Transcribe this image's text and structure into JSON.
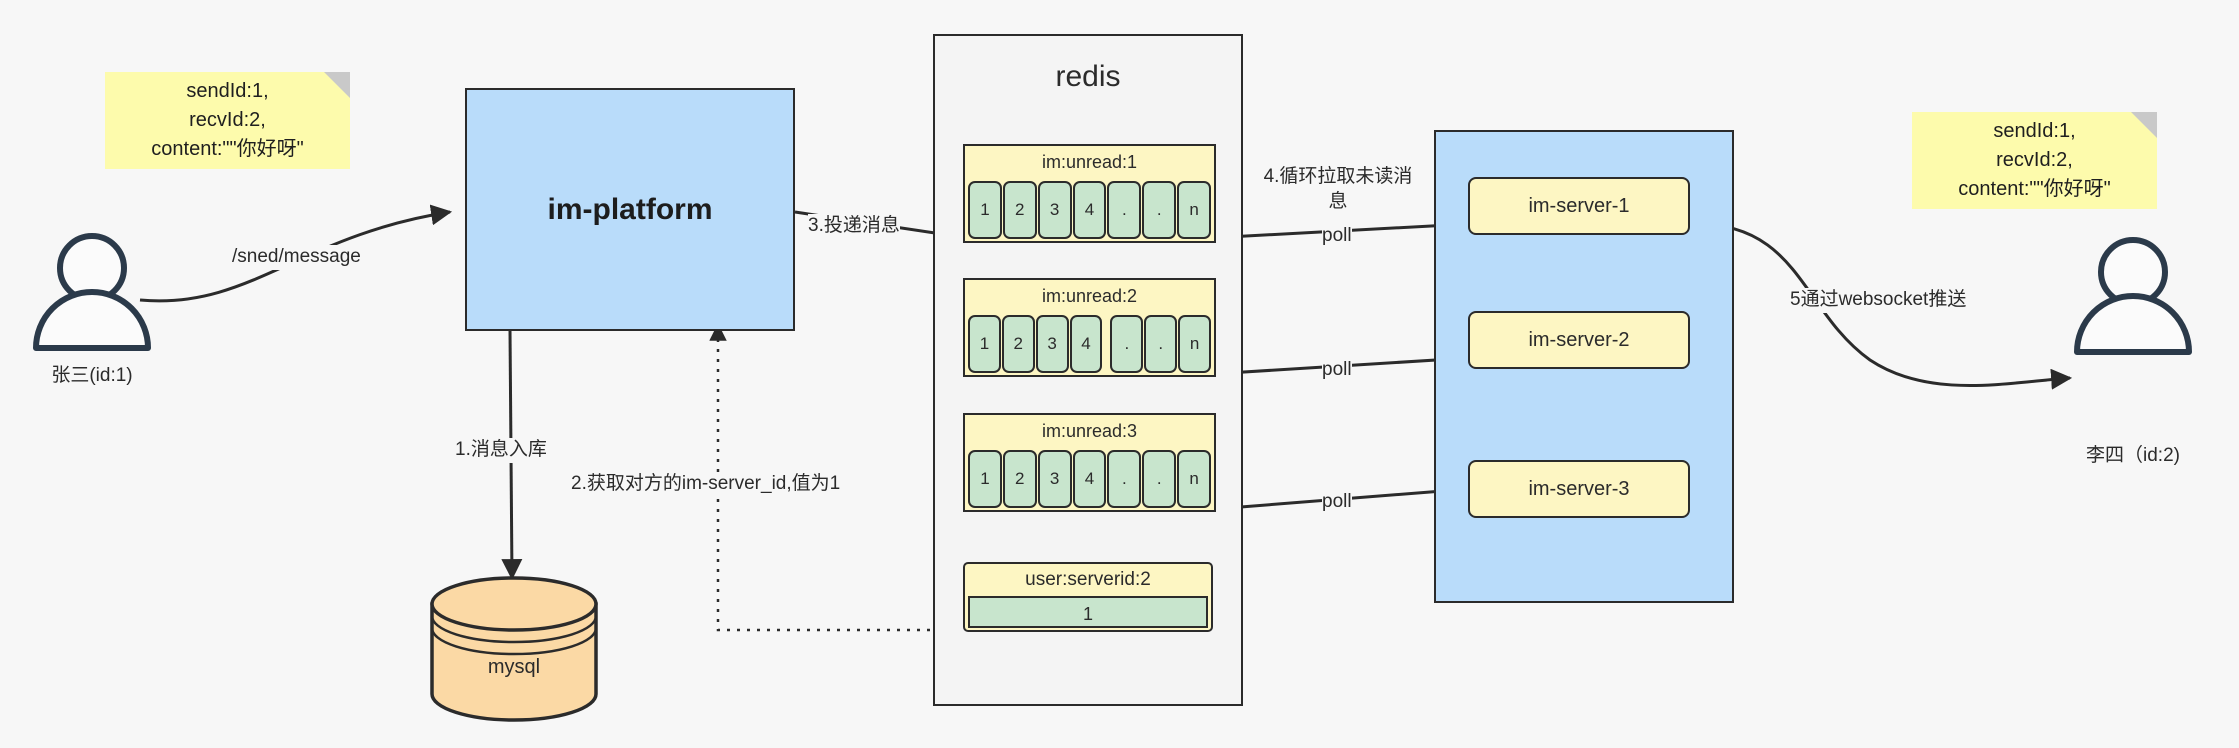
{
  "diagram": {
    "title": "IM message delivery architecture",
    "background": "#f7f7f7"
  },
  "colors": {
    "blue": "#b9dcfa",
    "yellow": "#fdf6c3",
    "sticky_yellow": "#fdfbac",
    "green": "#c8e5cd",
    "orange": "#fbd9a5",
    "stroke": "#2b2b2b"
  },
  "notes": {
    "left": {
      "line1": "sendId:1,",
      "line2": "recvId:2,",
      "line3": "content:\"\"你好呀\""
    },
    "right": {
      "line1": "sendId:1,",
      "line2": "recvId:2,",
      "line3": "content:\"\"你好呀\""
    }
  },
  "actors": {
    "sender": {
      "label": "张三(id:1)",
      "icon": "user-icon"
    },
    "receiver": {
      "label": "李四（id:2)",
      "icon": "user-icon"
    }
  },
  "nodes": {
    "platform": {
      "label": "im-platform"
    },
    "redis": {
      "label": "redis"
    },
    "mysql": {
      "label": "mysql"
    },
    "server_group": {
      "label": ""
    }
  },
  "redis_entries": [
    {
      "key": "im:unread:1",
      "cells": [
        "1",
        "2",
        "3",
        "4",
        ".",
        ".",
        "n"
      ]
    },
    {
      "key": "im:unread:2",
      "cells": [
        "1",
        "2",
        "3",
        "4",
        ".",
        ".",
        "n"
      ]
    },
    {
      "key": "im:unread:3",
      "cells": [
        "1",
        "2",
        "3",
        "4",
        ".",
        ".",
        "n"
      ]
    }
  ],
  "redis_kv": {
    "key": "user:serverid:2",
    "value": "1"
  },
  "servers": [
    {
      "label": "im-server-1"
    },
    {
      "label": "im-server-2"
    },
    {
      "label": "im-server-3"
    }
  ],
  "edges": {
    "send_message": "/sned/message",
    "step1": "1.消息入库",
    "step2": "2.获取对方的im-server_id,值为1",
    "step3": "3.投递消息",
    "step4": "4.循环拉取未读消息",
    "step5": "5通过websocket推送",
    "poll1": "poll",
    "poll2": "poll",
    "poll3": "poll"
  }
}
